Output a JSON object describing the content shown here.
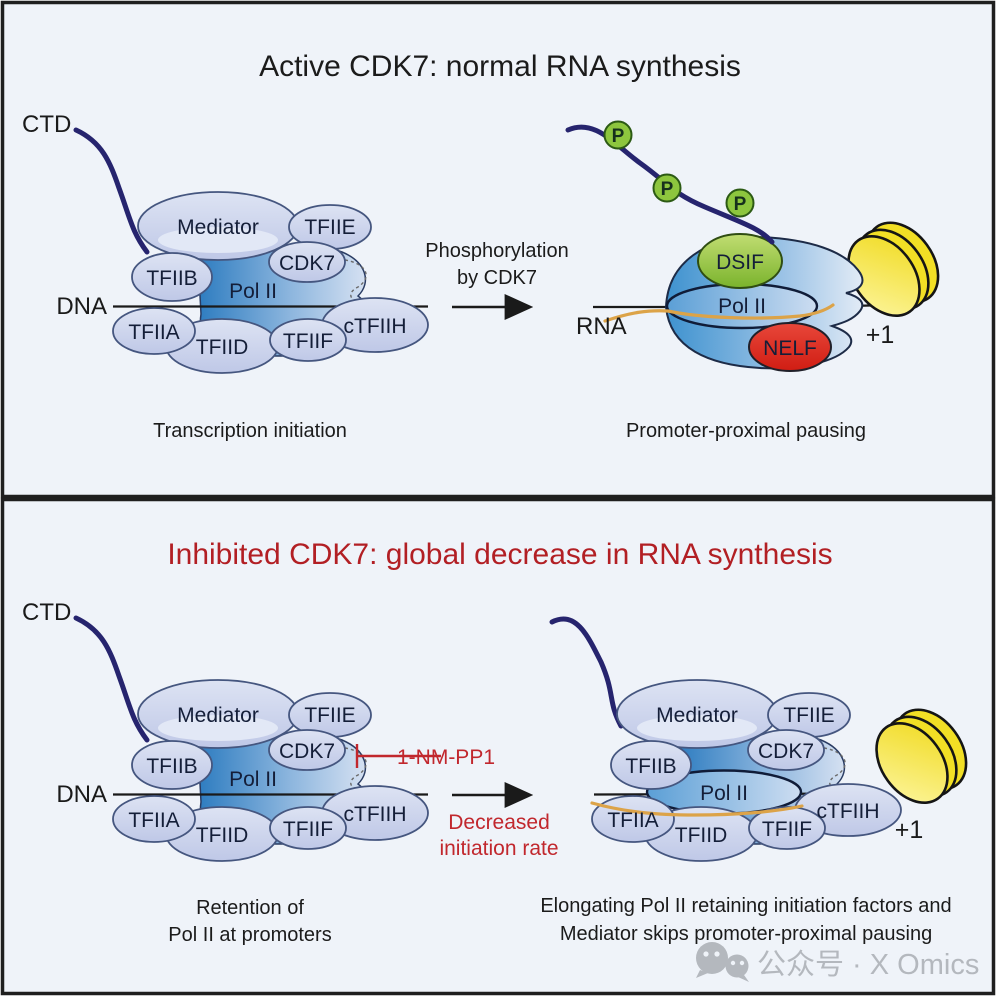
{
  "panels": {
    "top": {
      "title": "Active CDK7: normal RNA synthesis",
      "arrow_label_line1": "Phosphorylation",
      "arrow_label_line2": "by CDK7",
      "left_caption": "Transcription initiation",
      "right_caption": "Promoter-proximal pausing"
    },
    "bottom": {
      "title": "Inhibited CDK7: global decrease in RNA synthesis",
      "inhibitor": "1-NM-PP1",
      "arrow_label_line1": "Decreased",
      "arrow_label_line2": "initiation rate",
      "left_caption_line1": "Retention of",
      "left_caption_line2": "Pol II at promoters",
      "right_caption_line1": "Elongating Pol II retaining initiation factors and",
      "right_caption_line2": "Mediator skips promoter-proximal pausing"
    }
  },
  "factors": {
    "mediator": "Mediator",
    "tfiie": "TFIIE",
    "cdk7": "CDK7",
    "tfiib": "TFIIB",
    "pol2": "Pol II",
    "tfiia": "TFIIA",
    "tfiid": "TFIID",
    "tfiif": "TFIIF",
    "ctfiih": "cTFIIH",
    "dsif": "DSIF",
    "nelf": "NELF"
  },
  "labels": {
    "ctd": "CTD",
    "dna": "DNA",
    "rna": "RNA",
    "plus_one": "+1",
    "phospho": "P"
  },
  "watermark": {
    "text": "公众号 · X Omics"
  },
  "colors": {
    "background": "#eff3f9",
    "factor_fill": "#ccd4ec",
    "pol2_blue": "#2d7cc0",
    "dsif_green": "#86bd32",
    "nelf_red": "#da251c",
    "nucleosome_yellow": "#f2df25",
    "phospho_green": "#8dc63e",
    "ctd_navy": "#26246e",
    "rna_orange": "#dca348",
    "accent_red": "#c1272d"
  }
}
